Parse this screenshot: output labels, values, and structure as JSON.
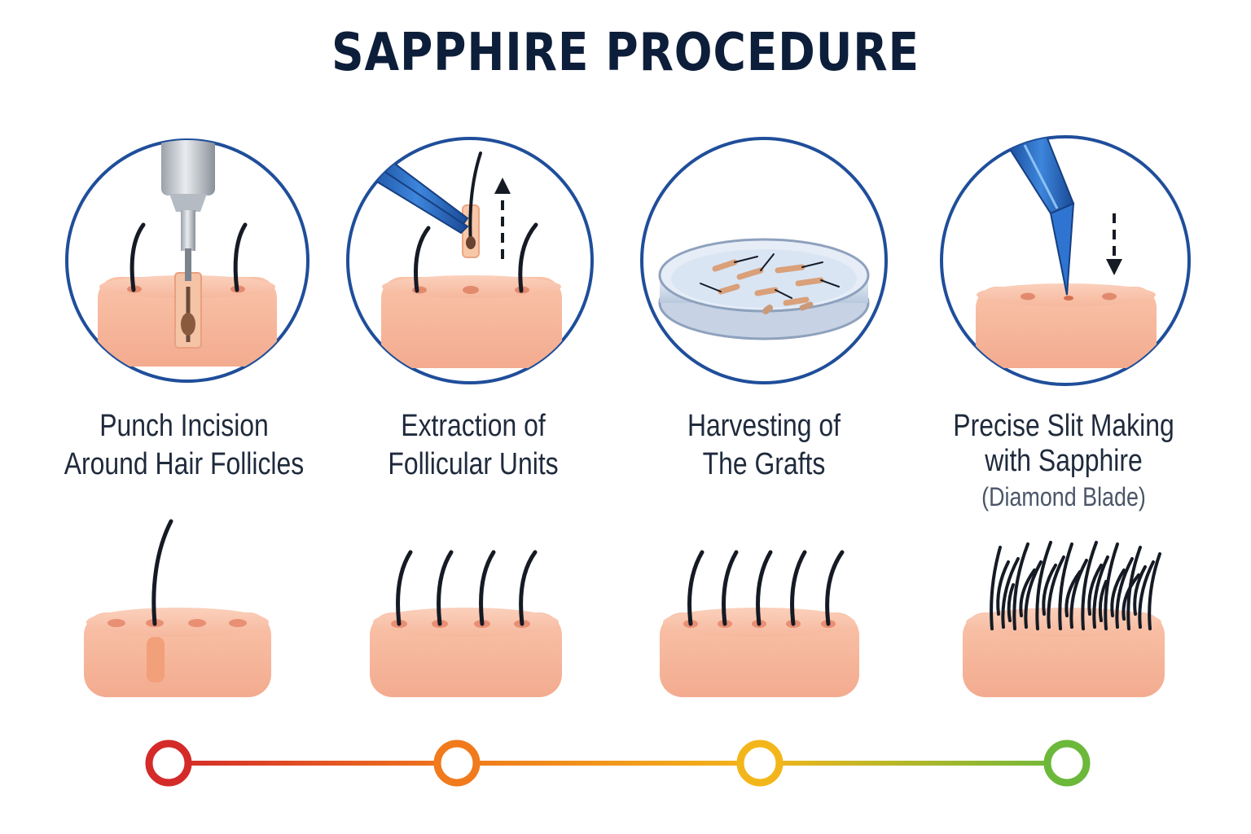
{
  "title": "SAPPHIRE PROCEDURE",
  "steps": [
    {
      "label_lines": [
        "Punch Incision",
        "Around Hair Follicles"
      ],
      "sublabel": "",
      "illustration": "punch-tool-skin-icon",
      "result_icon": "skin-single-hair-icon"
    },
    {
      "label_lines": [
        "Extraction of",
        "Follicular Units"
      ],
      "sublabel": "",
      "illustration": "tweezers-extraction-icon",
      "result_icon": "skin-four-hairs-icon"
    },
    {
      "label_lines": [
        "Harvesting of",
        "The Grafts"
      ],
      "sublabel": "",
      "illustration": "petri-dish-grafts-icon",
      "result_icon": "skin-five-hairs-icon"
    },
    {
      "label_lines": [
        "Precise Slit Making",
        "with Sapphire"
      ],
      "sublabel": "(Diamond Blade)",
      "illustration": "sapphire-blade-icon",
      "result_icon": "skin-dense-hair-icon"
    }
  ],
  "timeline": {
    "nodes": [
      {
        "color": "#d42a2a"
      },
      {
        "color": "#f07a1c"
      },
      {
        "color": "#f3b61a"
      },
      {
        "color": "#6cb83a"
      }
    ]
  },
  "colors": {
    "circle_outline": "#1f4e9a",
    "skin": "#f6b79b",
    "hair": "#151a24",
    "tool_blue": "#2c6cc4",
    "title": "#0d1e3a"
  }
}
